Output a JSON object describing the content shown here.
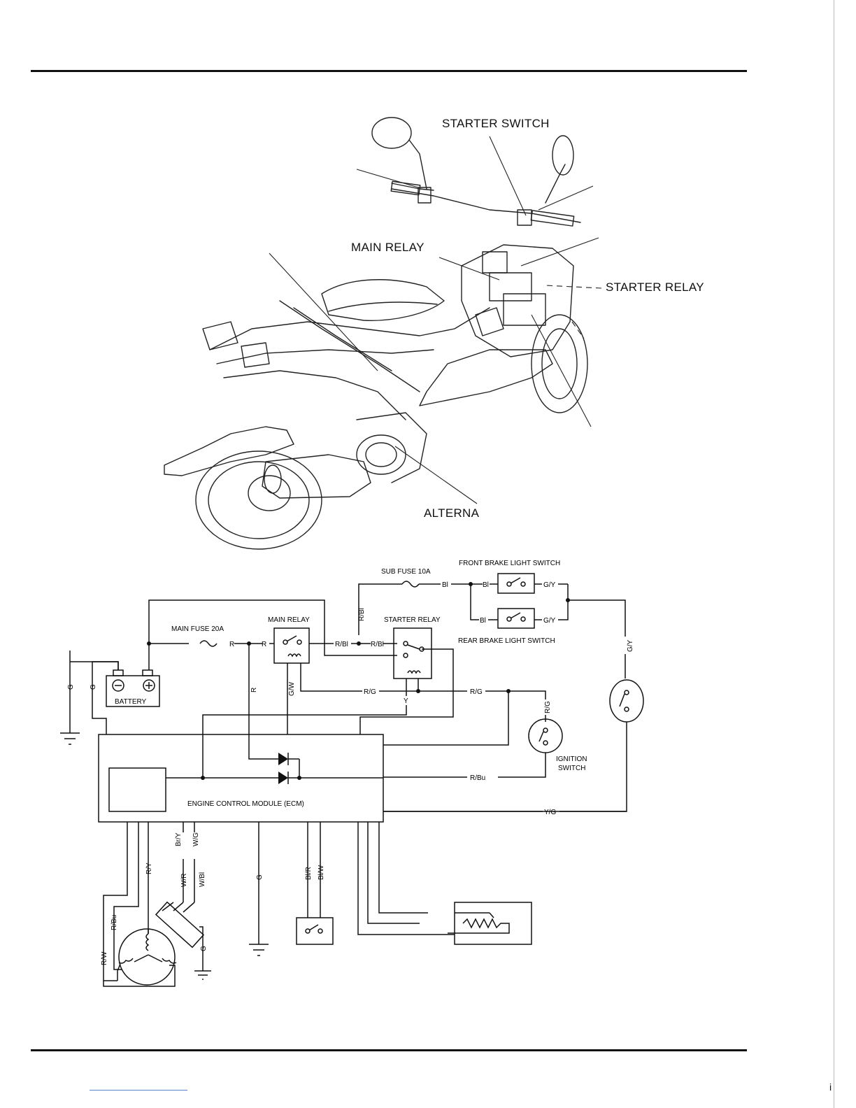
{
  "callouts": {
    "starter_switch": "STARTER SWITCH",
    "main_relay": "MAIN RELAY",
    "starter_relay": "STARTER RELAY",
    "alternator": "ALTERNA"
  },
  "schematic": {
    "front_brake_light_switch": "FRONT BRAKE LIGHT SWITCH",
    "sub_fuse": "SUB FUSE 10A",
    "rear_brake_light_switch": "REAR BRAKE LIGHT SWITCH",
    "main_fuse": "MAIN FUSE 20A",
    "main_relay": "MAIN RELAY",
    "starter_relay": "STARTER RELAY",
    "battery": "BATTERY",
    "ignition_switch_line1": "IGNITION",
    "ignition_switch_line2": "SWITCH",
    "ecm": "ENGINE CONTROL MODULE (ECM)"
  },
  "wires": {
    "G": "G",
    "R": "R",
    "Bl": "Bl",
    "R_Bl": "R/Bl",
    "G_Y": "G/Y",
    "R_G": "R/G",
    "G_W": "G/W",
    "Y": "Y",
    "R_Bu": "R/Bu",
    "Y_G": "Y/G",
    "R_Y": "R/Y",
    "Br_Y": "Br/Y",
    "W_G": "W/G",
    "W_R": "W/R",
    "W_Bl": "W/Bl",
    "Bl_R": "Bl/R",
    "Bl_W": "Bl/W",
    "R_W": "R/W"
  },
  "colors": {
    "ink": "#111111",
    "paper": "#ffffff",
    "footer_rule": "#5b7fd1"
  },
  "icons": [
    "starter-motor-icon",
    "scooter-illustration",
    "battery-icon",
    "diode-icon",
    "relay-coil-icon",
    "switch-icon",
    "alternator-stator-icon",
    "resistor-icon"
  ]
}
